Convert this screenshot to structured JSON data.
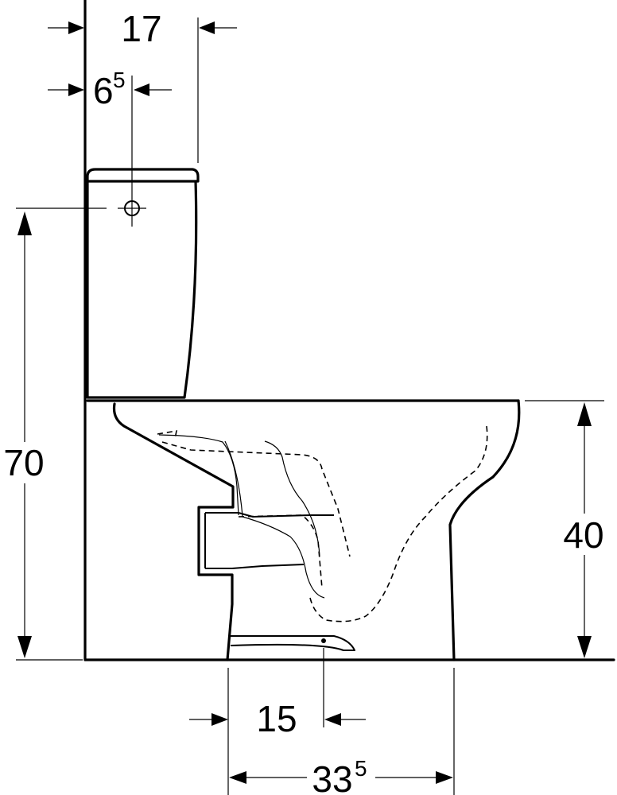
{
  "dimensions": {
    "top_width": "17",
    "outlet_offset_main": "6",
    "outlet_offset_sup": "5",
    "overall_height": "70",
    "seat_height": "40",
    "drain_offset": "15",
    "foot_depth_main": "33",
    "foot_depth_sup": "5"
  },
  "colors": {
    "line": "#000000",
    "background": "#ffffff"
  }
}
